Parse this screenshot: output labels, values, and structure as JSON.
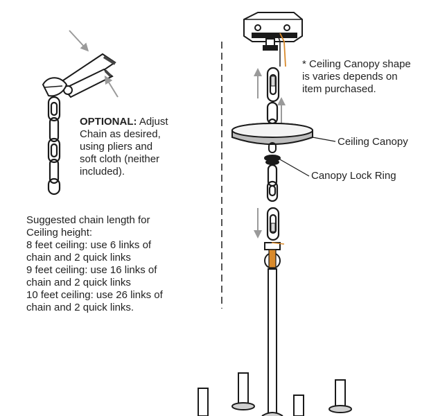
{
  "optional_note": {
    "bold": "OPTIONAL:",
    "first_line_rest": " Adjust",
    "lines": [
      "Chain as desired,",
      "using pliers and",
      "soft cloth (neither",
      "included)."
    ]
  },
  "chain_length_note": {
    "lines": [
      "Suggested chain length for",
      "Ceiling height:",
      "8 feet ceiling: use 6 links of",
      "chain and 2 quick links",
      "9 feet ceiling: use 16 links of",
      "chain and 2 quick links",
      "10 feet ceiling: use 26 links of",
      "chain and 2 quick links."
    ]
  },
  "canopy_shape_note": {
    "lines": [
      "* Ceiling Canopy shape",
      "is varies depends on",
      "item purchased."
    ]
  },
  "labels": {
    "ceiling_canopy": "Ceiling Canopy",
    "canopy_lock_ring": "Canopy Lock Ring"
  },
  "colors": {
    "line": "#1a1a1a",
    "arrow_gray": "#9a9a9a",
    "wire_orange": "#d98a2b"
  }
}
